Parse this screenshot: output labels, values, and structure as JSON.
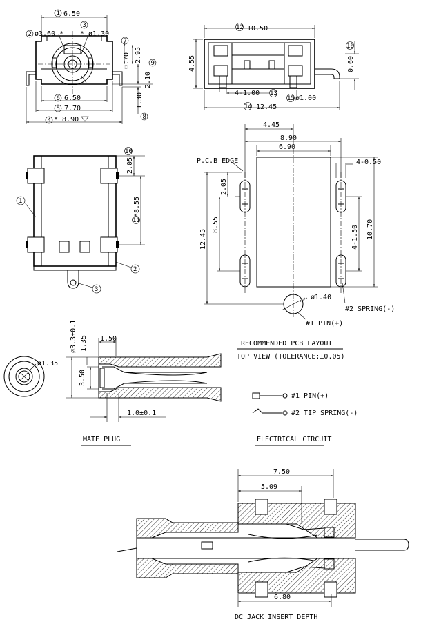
{
  "labels": {
    "top_left": {
      "d1": "6.50",
      "d1_num": "1",
      "d2": "ø3.60 *",
      "d2_num": "2",
      "d3": "* ø1.30",
      "d3_num": "3",
      "d7v": "0.70",
      "d7_num": "7",
      "d295": "2.95",
      "d210": "2.10",
      "d9_num": "9",
      "d6": "6.50",
      "d6_num": "6",
      "d5": "7.70",
      "d5_num": "5",
      "d4": "* 8.90",
      "d4_num": "4",
      "d130": "1.30",
      "d8_num": "8"
    },
    "top_right": {
      "d12": "10.50",
      "d12_num": "12",
      "d455": "4.55",
      "d060": "0.60",
      "d16_num": "16",
      "d13": "4-1.00",
      "d13_num": "13",
      "d15": "ø1.00",
      "d15_num": "15",
      "d14": "12.45",
      "d14_num": "14"
    },
    "mid_left": {
      "d205": "2.05",
      "d10_num": "10",
      "d855": "*8.55",
      "d11_num": "11",
      "c1": "1",
      "c2": "2",
      "c3": "3"
    },
    "pcb": {
      "d445": "4.45",
      "d890": "8.90",
      "d690": "6.90",
      "pcb_edge": "P.C.B EDGE",
      "d4_050": "4-0.50",
      "d205": "2.05",
      "d855": "8.55",
      "d1245": "12.45",
      "d4_150": "4-1.50",
      "d1070": "10.70",
      "d140": "ø1.40",
      "spring": "#2 SPRING(-)",
      "pin": "#1 PIN(+)",
      "title": "RECOMMENDED PCB LAYOUT",
      "subtitle": "TOP VIEW (TOLERANCE:±0.05)"
    },
    "plug": {
      "d135c": "ø1.35",
      "d33": "ø3.3±0.1",
      "d135": "1.35",
      "d150": "1.50",
      "d350": "3.50",
      "d10": "1.0±0.1",
      "title": "MATE PLUG"
    },
    "circuit": {
      "pin": "#1 PIN(+)",
      "tip": "#2 TIP SPRING(-)",
      "title": "ELECTRICAL CIRCUIT"
    },
    "insert": {
      "d750": "7.50",
      "d509": "5.09",
      "d680": "6.80",
      "title": "DC JACK INSERT DEPTH"
    }
  }
}
